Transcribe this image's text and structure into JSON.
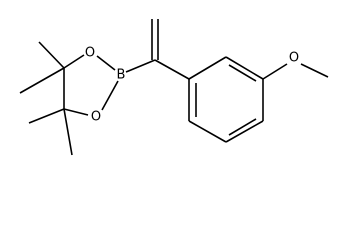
{
  "molecule": {
    "atoms": {
      "o_upper": "O",
      "o_lower": "O",
      "boron": "B",
      "o_methoxy": "O"
    }
  }
}
